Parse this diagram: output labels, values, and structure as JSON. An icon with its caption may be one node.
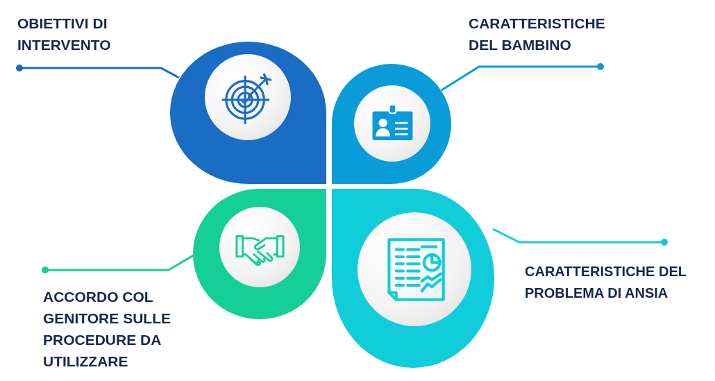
{
  "diagram": {
    "nodes": [
      {
        "text": [
          "OBIETTIVI DI INTERVENTO"
        ]
      },
      {
        "text": [
          "CARATTERISTICHE DEL BAMBINO"
        ]
      },
      {
        "text": [],
        "shape": "drop"
      },
      {
        "text": [],
        "shape": "drop"
      },
      {
        "text": [],
        "shape": "drop"
      },
      {
        "text": [],
        "shape": "drop"
      },
      {
        "text": [
          "CARATTERISTICHE DEL PROBLEMA DI ANSIA"
        ]
      },
      {
        "text": [
          "ACCORDO COL GENITORE SULLE PROCEDURE DA UTILIZZARE"
        ]
      }
    ],
    "edges": [
      {
        "from": 0,
        "to": 2,
        "arrow": "other",
        "color": "#1a6cc4"
      },
      {
        "from": 1,
        "to": 3,
        "arrow": "other",
        "color": "#0a9bd9"
      },
      {
        "from": 6,
        "to": 5,
        "arrow": "other",
        "color": "#10cdd9"
      },
      {
        "from": 7,
        "to": 4,
        "arrow": "other",
        "color": "#14cf96"
      }
    ]
  }
}
